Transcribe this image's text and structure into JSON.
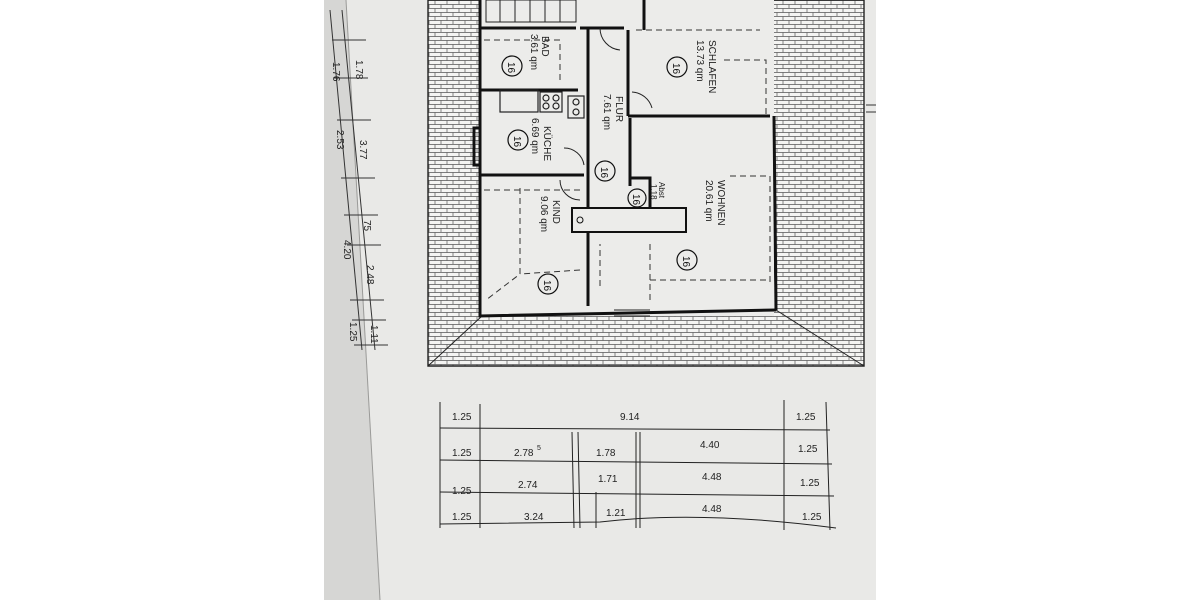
{
  "rooms": [
    {
      "name": "BAD",
      "area": "3.61 qm",
      "ceiling": "16"
    },
    {
      "name": "SCHLAFEN",
      "area": "13.73 qm",
      "ceiling": "16"
    },
    {
      "name": "FLUR",
      "area": "7.61 qm",
      "ceiling": "16"
    },
    {
      "name": "KÜCHE",
      "area": "6.69 qm",
      "ceiling": "16"
    },
    {
      "name": "KIND",
      "area": "9.06 qm",
      "ceiling": "16"
    },
    {
      "name": "WOHNEN",
      "area": "20.61 qm",
      "ceiling": "16"
    },
    {
      "name": "Abst",
      "area": "1.18",
      "ceiling": "16"
    }
  ],
  "left_dims": [
    "1.78",
    "1.76",
    "3.77",
    "2.53",
    "75",
    "4.20",
    "2.48",
    "1.11",
    "1.25"
  ],
  "bottom_dims": {
    "row1": [
      "1.25",
      "9.14",
      "1.25"
    ],
    "row2": [
      "1.25",
      "2.78",
      "5",
      "1.78",
      "4.40",
      "1.25"
    ],
    "row3": [
      "1.25",
      "2.74",
      "1.71",
      "4.48",
      "1.25"
    ],
    "row4": [
      "1.25",
      "3.24",
      "1.21",
      "4.48",
      "1.25"
    ]
  }
}
